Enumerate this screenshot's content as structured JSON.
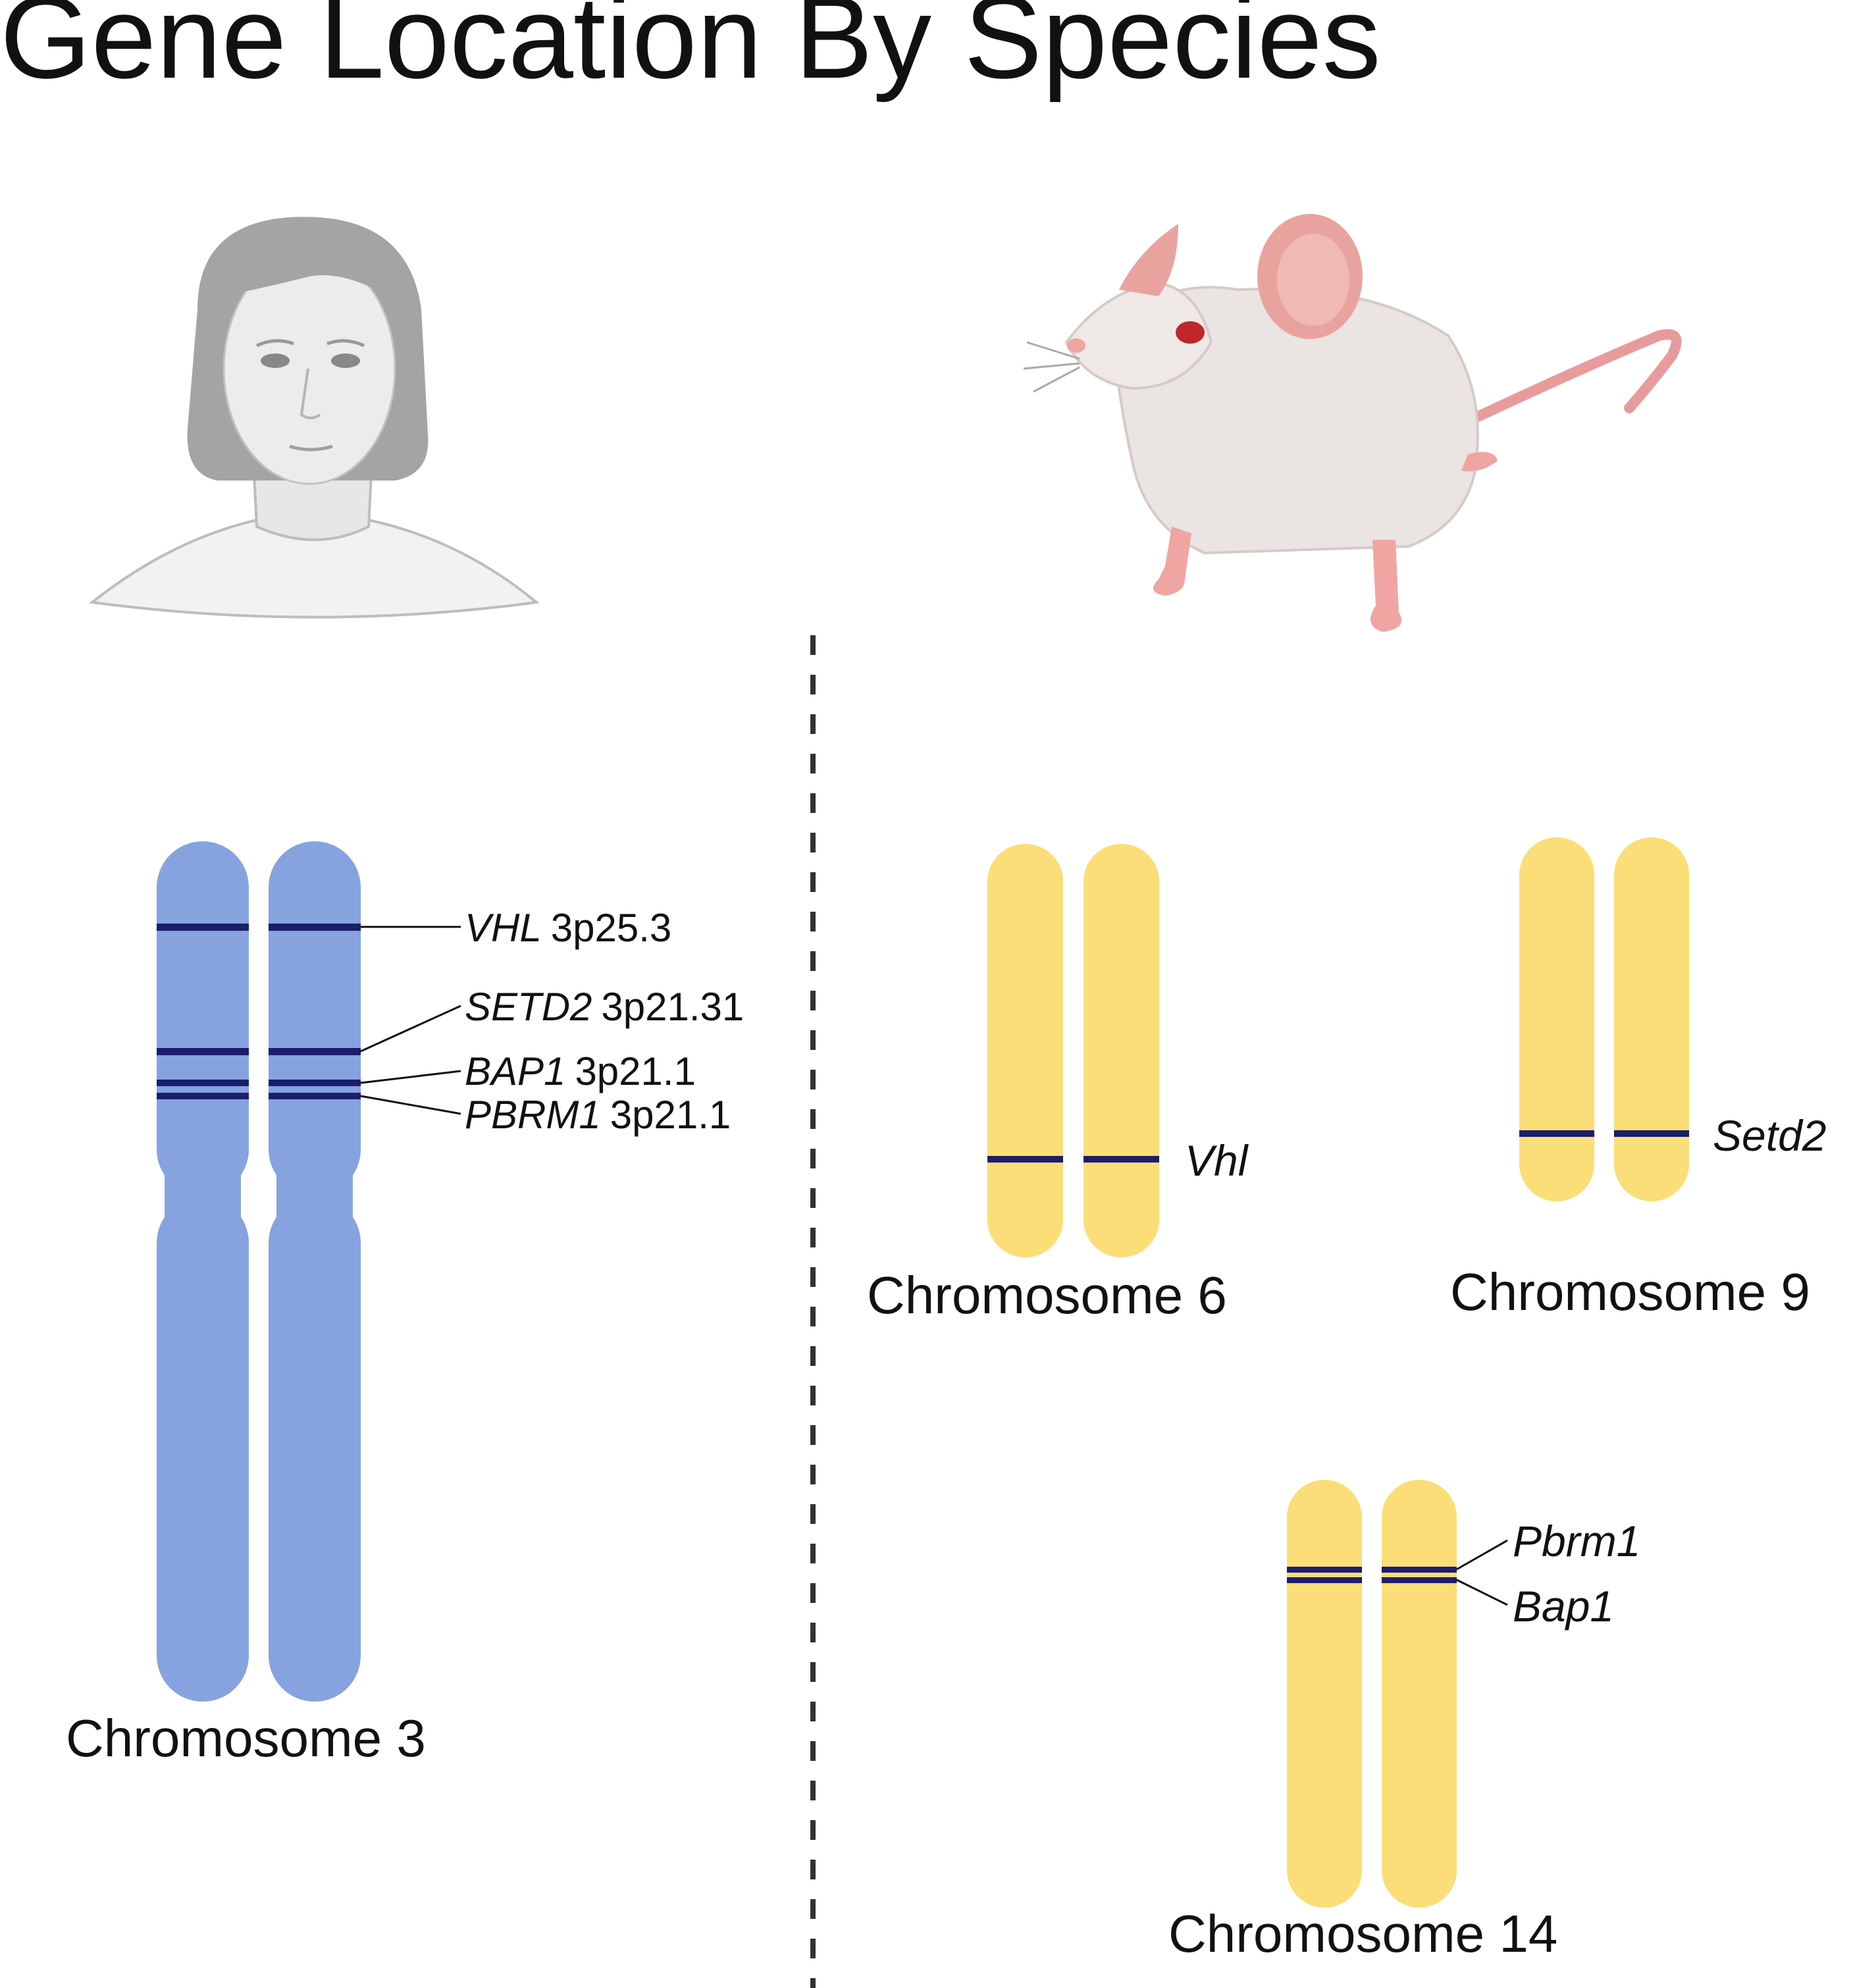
{
  "title": "Gene Location By Species",
  "colors": {
    "human_chromosome": "#86a3df",
    "mouse_chromosome": "#fbde77",
    "gene_band": "#1b1e6b",
    "text": "#111111",
    "divider": "#333333"
  },
  "human": {
    "icon": "human-figure-icon",
    "chromosome": {
      "label": "Chromosome 3",
      "genes": [
        {
          "gene": "VHL",
          "band": "3p25.3"
        },
        {
          "gene": "SETD2",
          "band": "3p21.31"
        },
        {
          "gene": "BAP1",
          "band": "3p21.1"
        },
        {
          "gene": "PBRM1",
          "band": "3p21.1"
        }
      ]
    }
  },
  "mouse": {
    "icon": "mouse-icon",
    "chromosomes": [
      {
        "label": "Chromosome 6",
        "genes": [
          "Vhl"
        ]
      },
      {
        "label": "Chromosome 9",
        "genes": [
          "Setd2"
        ]
      },
      {
        "label": "Chromosome 14",
        "genes": [
          "Pbrm1",
          "Bap1"
        ]
      }
    ]
  }
}
